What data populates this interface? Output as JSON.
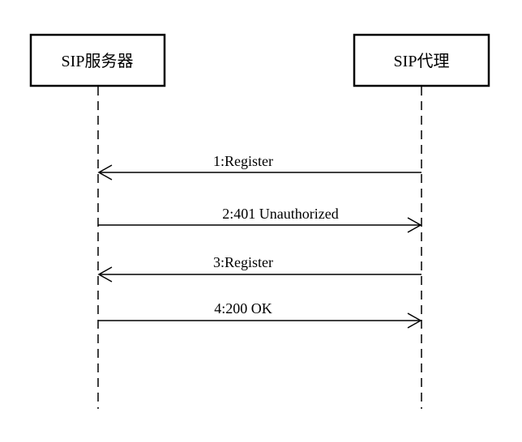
{
  "participants": [
    {
      "id": "server",
      "label": "SIP服务器"
    },
    {
      "id": "proxy",
      "label": "SIP代理"
    }
  ],
  "messages": [
    {
      "label": "1:Register",
      "from": "proxy",
      "to": "server"
    },
    {
      "label": "2:401 Unauthorized",
      "from": "server",
      "to": "proxy"
    },
    {
      "label": "3:Register",
      "from": "proxy",
      "to": "server"
    },
    {
      "label": "4:200 OK",
      "from": "server",
      "to": "proxy"
    }
  ]
}
